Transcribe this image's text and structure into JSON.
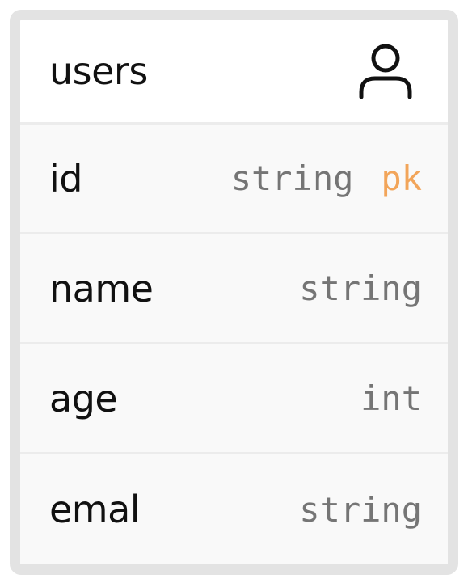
{
  "table": {
    "name": "users",
    "icon": "user-icon",
    "fields": [
      {
        "name": "id",
        "type": "string",
        "key": "pk"
      },
      {
        "name": "name",
        "type": "string"
      },
      {
        "name": "age",
        "type": "int"
      },
      {
        "name": "emal",
        "type": "string"
      }
    ]
  },
  "colors": {
    "key": "#f2a55a",
    "type": "#757575",
    "border": "#e3e3e3"
  }
}
